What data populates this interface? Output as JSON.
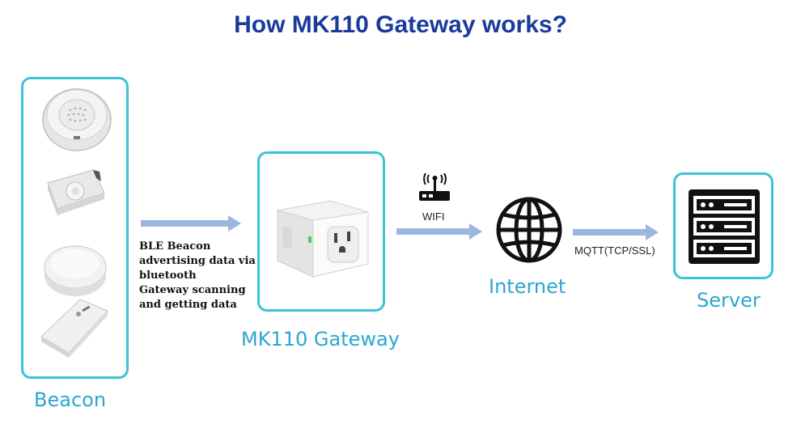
{
  "title": "How MK110 Gateway works?",
  "nodes": {
    "beacon": {
      "label": "Beacon"
    },
    "gateway": {
      "label": "MK110 Gateway"
    },
    "internet": {
      "label": "Internet"
    },
    "server": {
      "label": "Server"
    }
  },
  "edges": {
    "beacon_to_gateway": {
      "line1": "BLE Beacon",
      "line2": "advertising data via",
      "line3": "bluetooth",
      "line4": "Gateway scanning",
      "line5": "and getting data"
    },
    "gateway_to_internet": {
      "label": "WIFI"
    },
    "internet_to_server": {
      "label": "MQTT(TCP/SSL)"
    }
  },
  "icons": {
    "beacon_devices": [
      "round-beacon-icon",
      "square-beacon-icon",
      "disc-beacon-icon",
      "card-beacon-icon"
    ],
    "gateway": "smart-plug-icon",
    "wifi": "router-icon",
    "internet": "globe-icon",
    "server": "server-rack-icon"
  },
  "colors": {
    "title": "#1a3a9c",
    "box_border": "#3cc3d8",
    "label": "#2ba6cf",
    "arrow": "#9bb6e0"
  }
}
